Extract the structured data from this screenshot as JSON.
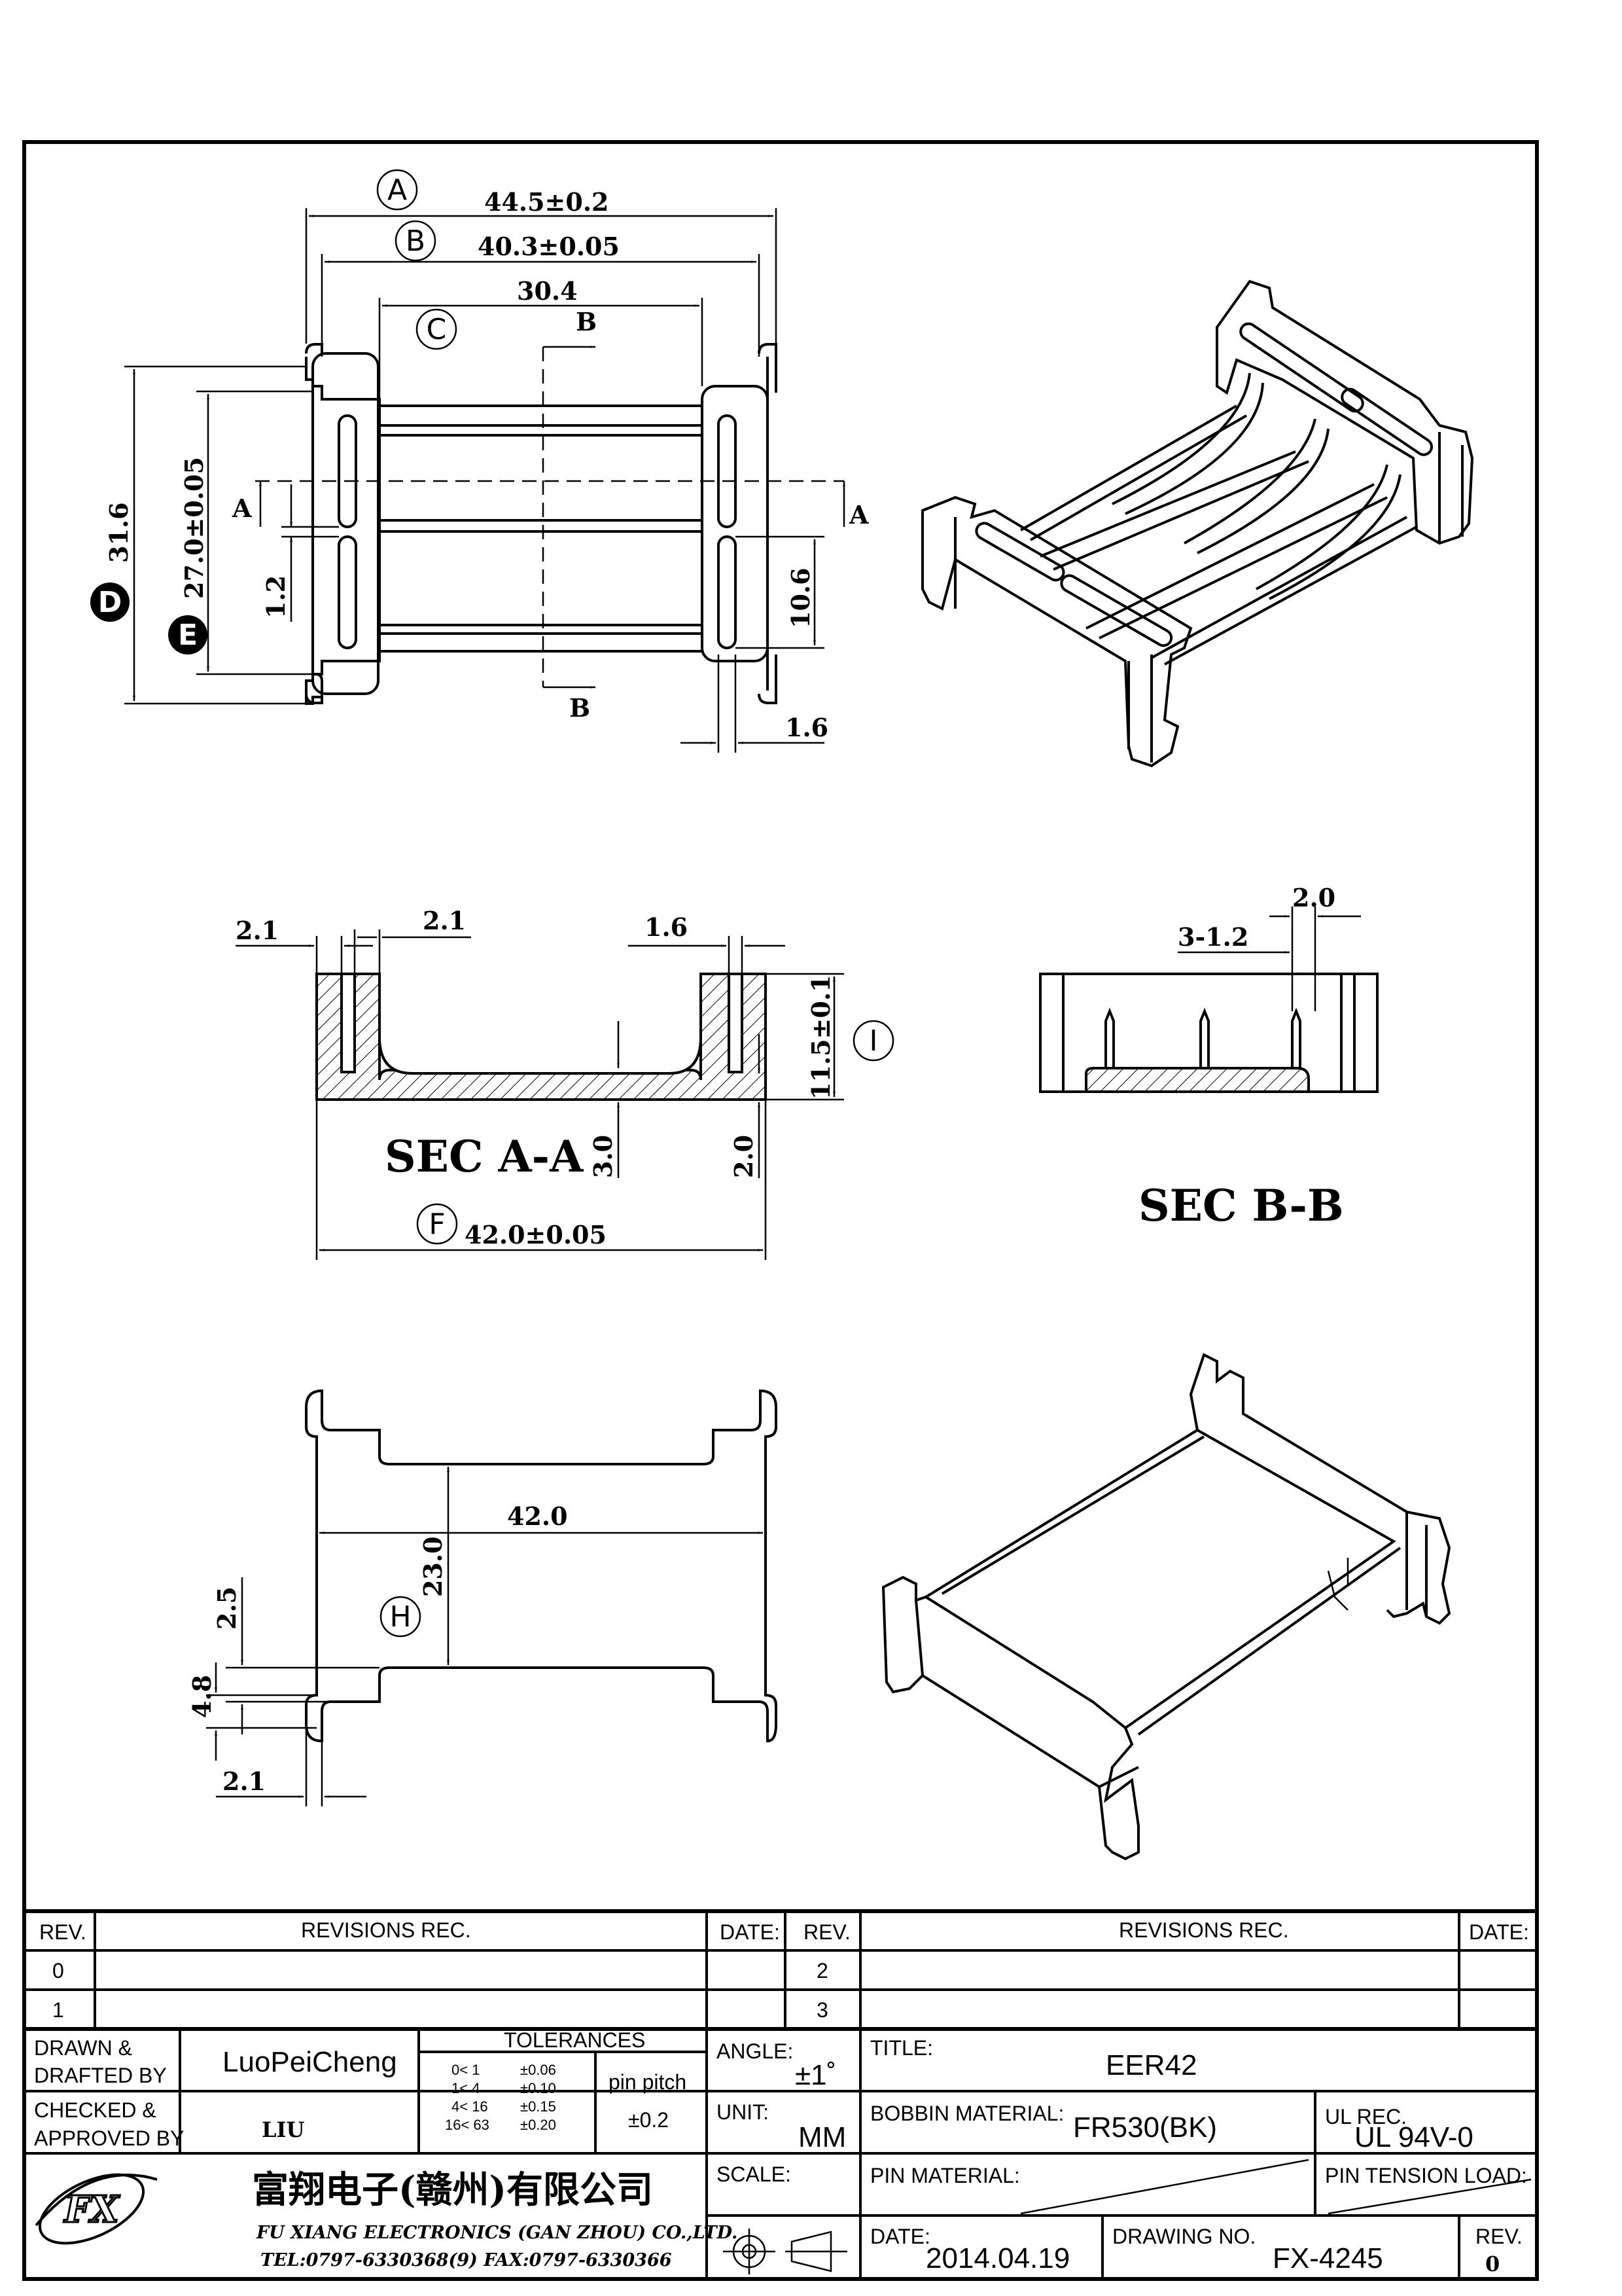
{
  "views": {
    "top_view": {
      "circle_labels": [
        "A",
        "B",
        "C",
        "D",
        "E"
      ],
      "dims": {
        "A": "44.5±0.2",
        "B": "40.3±0.05",
        "C": "30.4",
        "D": "31.6",
        "E": "27.0±0.05",
        "slot_gap": "1.2",
        "window": "10.6",
        "flange": "1.6"
      },
      "section_marks": {
        "a": "A",
        "b": "B"
      }
    },
    "section_aa": {
      "title": "SEC A-A",
      "circle_labels": [
        "I",
        "F"
      ],
      "dims": {
        "wall_left": "2.1",
        "inner_left": "2.1",
        "wall_right": "1.6",
        "height": "11.5±0.1",
        "base": "3.0",
        "right_base": "2.0",
        "F": "42.0±0.05"
      }
    },
    "section_bb": {
      "title": "SEC  B-B",
      "dims": {
        "pin": "2.0",
        "pins": "3-1.2"
      }
    },
    "bottom_view": {
      "circle_labels": [
        "H"
      ],
      "dims": {
        "length": "42.0",
        "H": "23.0",
        "a": "2.5",
        "b": "4.8",
        "c": "2.1"
      }
    }
  },
  "title_block": {
    "rev_header": {
      "rev": "REV.",
      "revisions": "REVISIONS   REC.",
      "date": "DATE:"
    },
    "rev_rows_left": [
      "0",
      "1"
    ],
    "rev_rows_right": [
      "2",
      "3"
    ],
    "drawn_label": [
      "DRAWN &",
      "DRAFTED BY"
    ],
    "drawn_by": "LuoPeiCheng",
    "checked_label": [
      "CHECKED &",
      "APPROVED BY"
    ],
    "checked_by": "LIU",
    "tolerances": {
      "title": "TOLERANCES",
      "rows": [
        {
          "range": "0<  1",
          "tol": "±0.06"
        },
        {
          "range": "1<  4",
          "tol": "±0.10"
        },
        {
          "range": "4<  16",
          "tol": "±0.15"
        },
        {
          "range": "16<  63",
          "tol": "±0.20"
        }
      ],
      "pin_pitch_label": "pin pitch",
      "pin_pitch_tol": "±0.2"
    },
    "angle_label": "ANGLE:",
    "angle_value": "±1˚",
    "unit_label": "UNIT:",
    "unit_value": "MM",
    "scale_label": "SCALE:",
    "title_label": "TITLE:",
    "title_value": "EER42",
    "bobbin_label": "BOBBIN MATERIAL:",
    "bobbin_value": "FR530(BK)",
    "ul_label": "UL REC.",
    "ul_value": "UL 94V-0",
    "pin_material_label": "PIN MATERIAL:",
    "pin_tension_label": "PIN TENSION LOAD:",
    "date_label": "DATE:",
    "date_value": "2014.04.19",
    "drawing_no_label": "DRAWING NO.",
    "drawing_no_value": "FX-4245",
    "rev_label": "REV.",
    "rev_value": "0",
    "company_cn": "富翔电子(赣州)有限公司",
    "company_en": "FU XIANG ELECTRONICS (GAN ZHOU) CO.,LTD.",
    "company_tel": "TEL:0797-6330368(9)    FAX:0797-6330366",
    "logo_text": "FX"
  }
}
